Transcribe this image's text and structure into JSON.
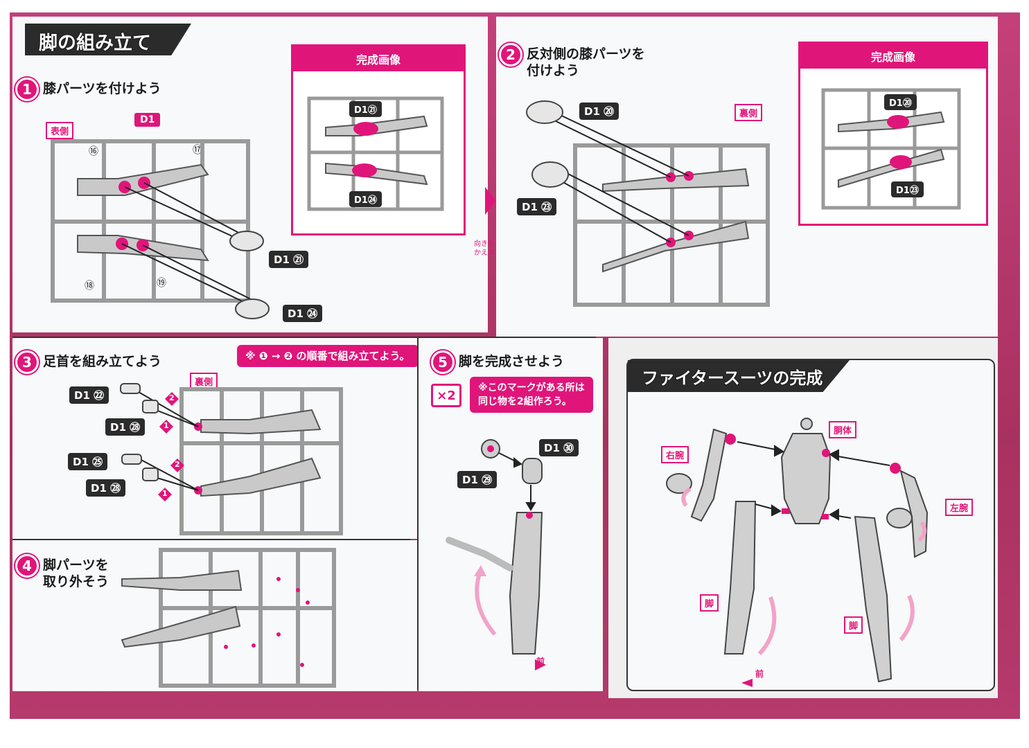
{
  "section_leg": {
    "title": "脚の組み立て"
  },
  "step1": {
    "num": "1",
    "title": "膝パーツを付けよう",
    "side": "表側",
    "runner": "D1",
    "numbers": [
      "⑯",
      "⑰",
      "⑱",
      "⑲"
    ],
    "parts": [
      "D1 ㉑",
      "D1 ㉔"
    ]
  },
  "complete1": {
    "title": "完成画像",
    "parts": [
      "D1㉑",
      "D1㉔"
    ]
  },
  "step2": {
    "num": "2",
    "title_line1": "反対側の膝パーツを",
    "title_line2": "付けよう",
    "side": "裏側",
    "parts": [
      "D1 ⑳",
      "D1 ㉓"
    ]
  },
  "complete2": {
    "title": "完成画像",
    "parts": [
      "D1⑳",
      "D1㉓"
    ]
  },
  "turn_note": {
    "line1": "向きを",
    "line2": "かえます。"
  },
  "step3": {
    "num": "3",
    "title": "足首を組み立てよう",
    "side": "裏側",
    "order_note": "※ ❶ → ❷ の順番で組み立てよう。",
    "parts": [
      "D1 ㉒",
      "D1 ㉘",
      "D1 ㉕",
      "D1 ㉘"
    ],
    "markers": [
      "2",
      "1",
      "2",
      "1"
    ]
  },
  "step4": {
    "num": "4",
    "title_line1": "脚パーツを",
    "title_line2": "取り外そう"
  },
  "step5": {
    "num": "5",
    "title": "脚を完成させよう",
    "x2": "×2",
    "note_line1": "※このマークがある所は",
    "note_line2": "同じ物を2組作ろう。",
    "parts": [
      "D1 ㉚",
      "D1 ㉙"
    ],
    "front": "前"
  },
  "section_suit": {
    "title": "ファイタースーツの完成"
  },
  "suit": {
    "torso": "胴体",
    "right_arm": "右腕",
    "left_arm": "左腕",
    "leg1": "脚",
    "leg2": "脚",
    "front": "前"
  },
  "colors": {
    "accent": "#e0157a",
    "frame": "#b63a6c",
    "dark": "#2b2b2b"
  }
}
